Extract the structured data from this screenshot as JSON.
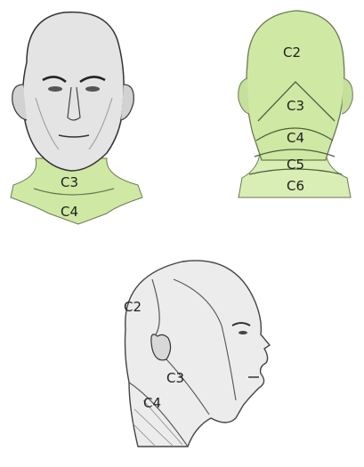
{
  "front_view": {
    "labels": [
      "C3",
      "C4"
    ]
  },
  "back_view": {
    "labels": [
      "C2",
      "C3",
      "C4",
      "C5",
      "C6"
    ]
  },
  "side_view": {
    "labels": [
      "C2",
      "C3",
      "C4"
    ]
  },
  "colors": {
    "dermatome_fill": "#cfe8a3",
    "dermatome_fill_light": "#e1f2c4",
    "skin_shade": "#dcdcdc",
    "skin_dark": "#9a9a9a",
    "outline": "#444444",
    "line_art": "#555555"
  }
}
